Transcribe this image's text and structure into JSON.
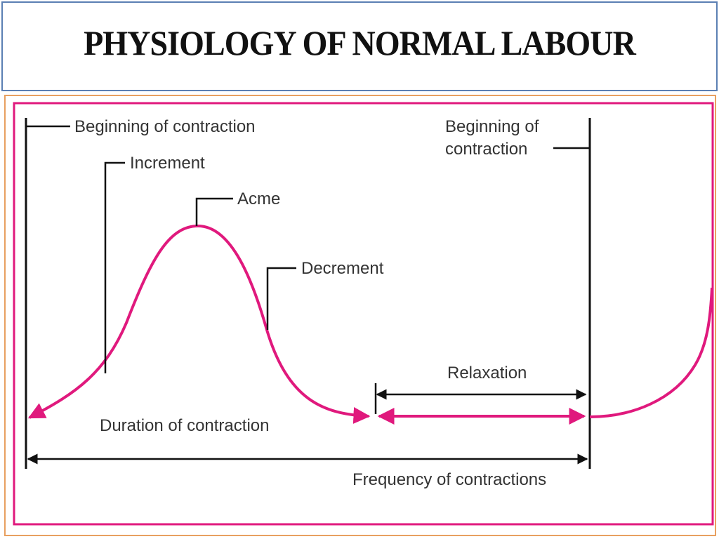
{
  "page": {
    "title": "PHYSIOLOGY OF NORMAL LABOUR"
  },
  "diagram": {
    "labels": {
      "beginning_left": "Beginning of contraction",
      "increment": "Increment",
      "acme": "Acme",
      "decrement": "Decrement",
      "beginning_right_line1": "Beginning of",
      "beginning_right_line2": "contraction",
      "relaxation": "Relaxation",
      "duration": "Duration of contraction",
      "frequency": "Frequency of contractions"
    },
    "colors": {
      "curve": "#e0197d",
      "frame": "#e8a060",
      "title_border": "#5b7fb3",
      "line": "#111111"
    }
  }
}
